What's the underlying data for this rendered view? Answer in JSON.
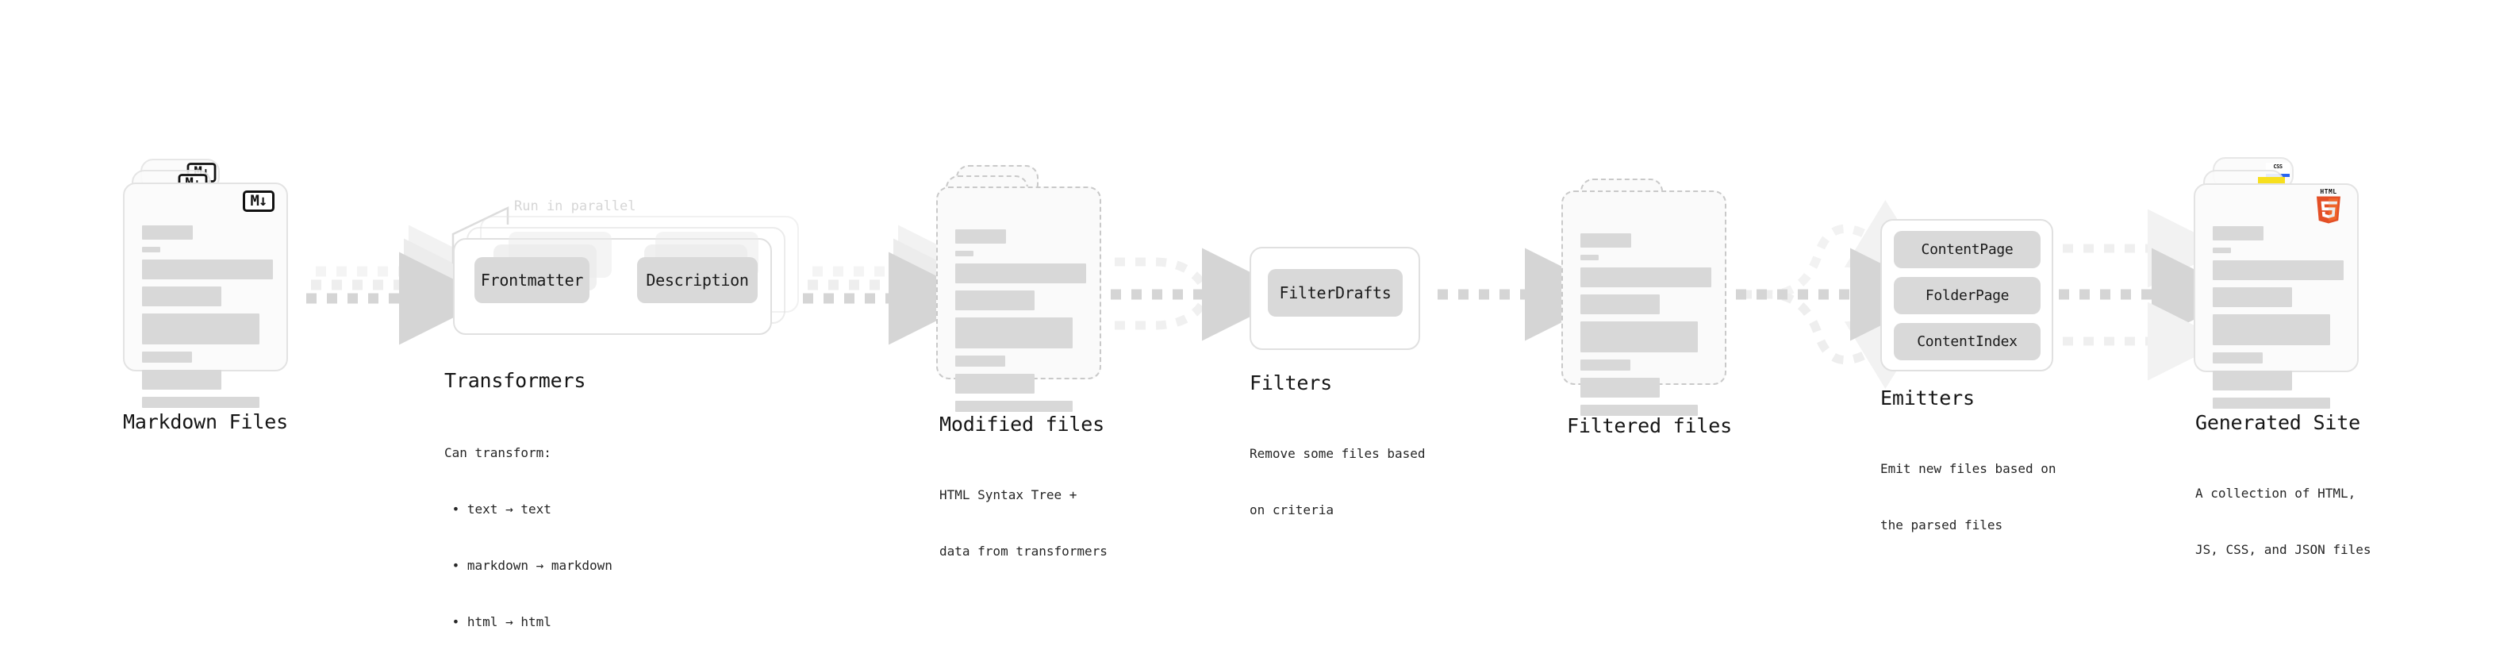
{
  "diagram": {
    "title_hidden": "",
    "colors": {
      "bar": "#d8d8d8",
      "card_border": "#e3e3e3",
      "card_bg": "#fbfbfb",
      "chip_bg": "#d9d9d9",
      "arrow": "#d5d5d5",
      "text": "#151515",
      "annotation": "#d6d6d6",
      "md_badge": "#111111",
      "html5_orange": "#e34f26",
      "js_yellow": "#f7df1e",
      "css_blue": "#2965f1"
    },
    "stages": [
      {
        "id": "markdown-files",
        "title": "Markdown Files",
        "subtitle_lines": [],
        "badge": "markdown-icon",
        "badge_text": "M↓"
      },
      {
        "id": "transformers",
        "title": "Transformers",
        "subtitle_lines": [
          "Can transform:",
          " • text → text",
          " • markdown → markdown",
          " • html → html"
        ],
        "annotation": "Run in parallel",
        "chips": [
          "Frontmatter",
          "Description"
        ]
      },
      {
        "id": "modified-files",
        "title": "Modified files",
        "subtitle_lines": [
          "HTML Syntax Tree +",
          "data from transformers"
        ]
      },
      {
        "id": "filters",
        "title": "Filters",
        "subtitle_lines": [
          "Remove some files based",
          "on criteria"
        ],
        "chips": [
          "FilterDrafts"
        ]
      },
      {
        "id": "filtered-files",
        "title": "Filtered files",
        "subtitle_lines": []
      },
      {
        "id": "emitters",
        "title": "Emitters",
        "subtitle_lines": [
          "Emit new files based on",
          "the parsed files"
        ],
        "chips": [
          "ContentPage",
          "FolderPage",
          "ContentIndex"
        ]
      },
      {
        "id": "generated-site",
        "title": "Generated Site",
        "subtitle_lines": [
          "A collection of HTML,",
          "JS, CSS, and JSON files"
        ],
        "badges": [
          "html5-icon",
          "js-icon",
          "css-icon"
        ],
        "badge_texts": {
          "html5": "HTML",
          "css": "CSS"
        }
      }
    ]
  }
}
